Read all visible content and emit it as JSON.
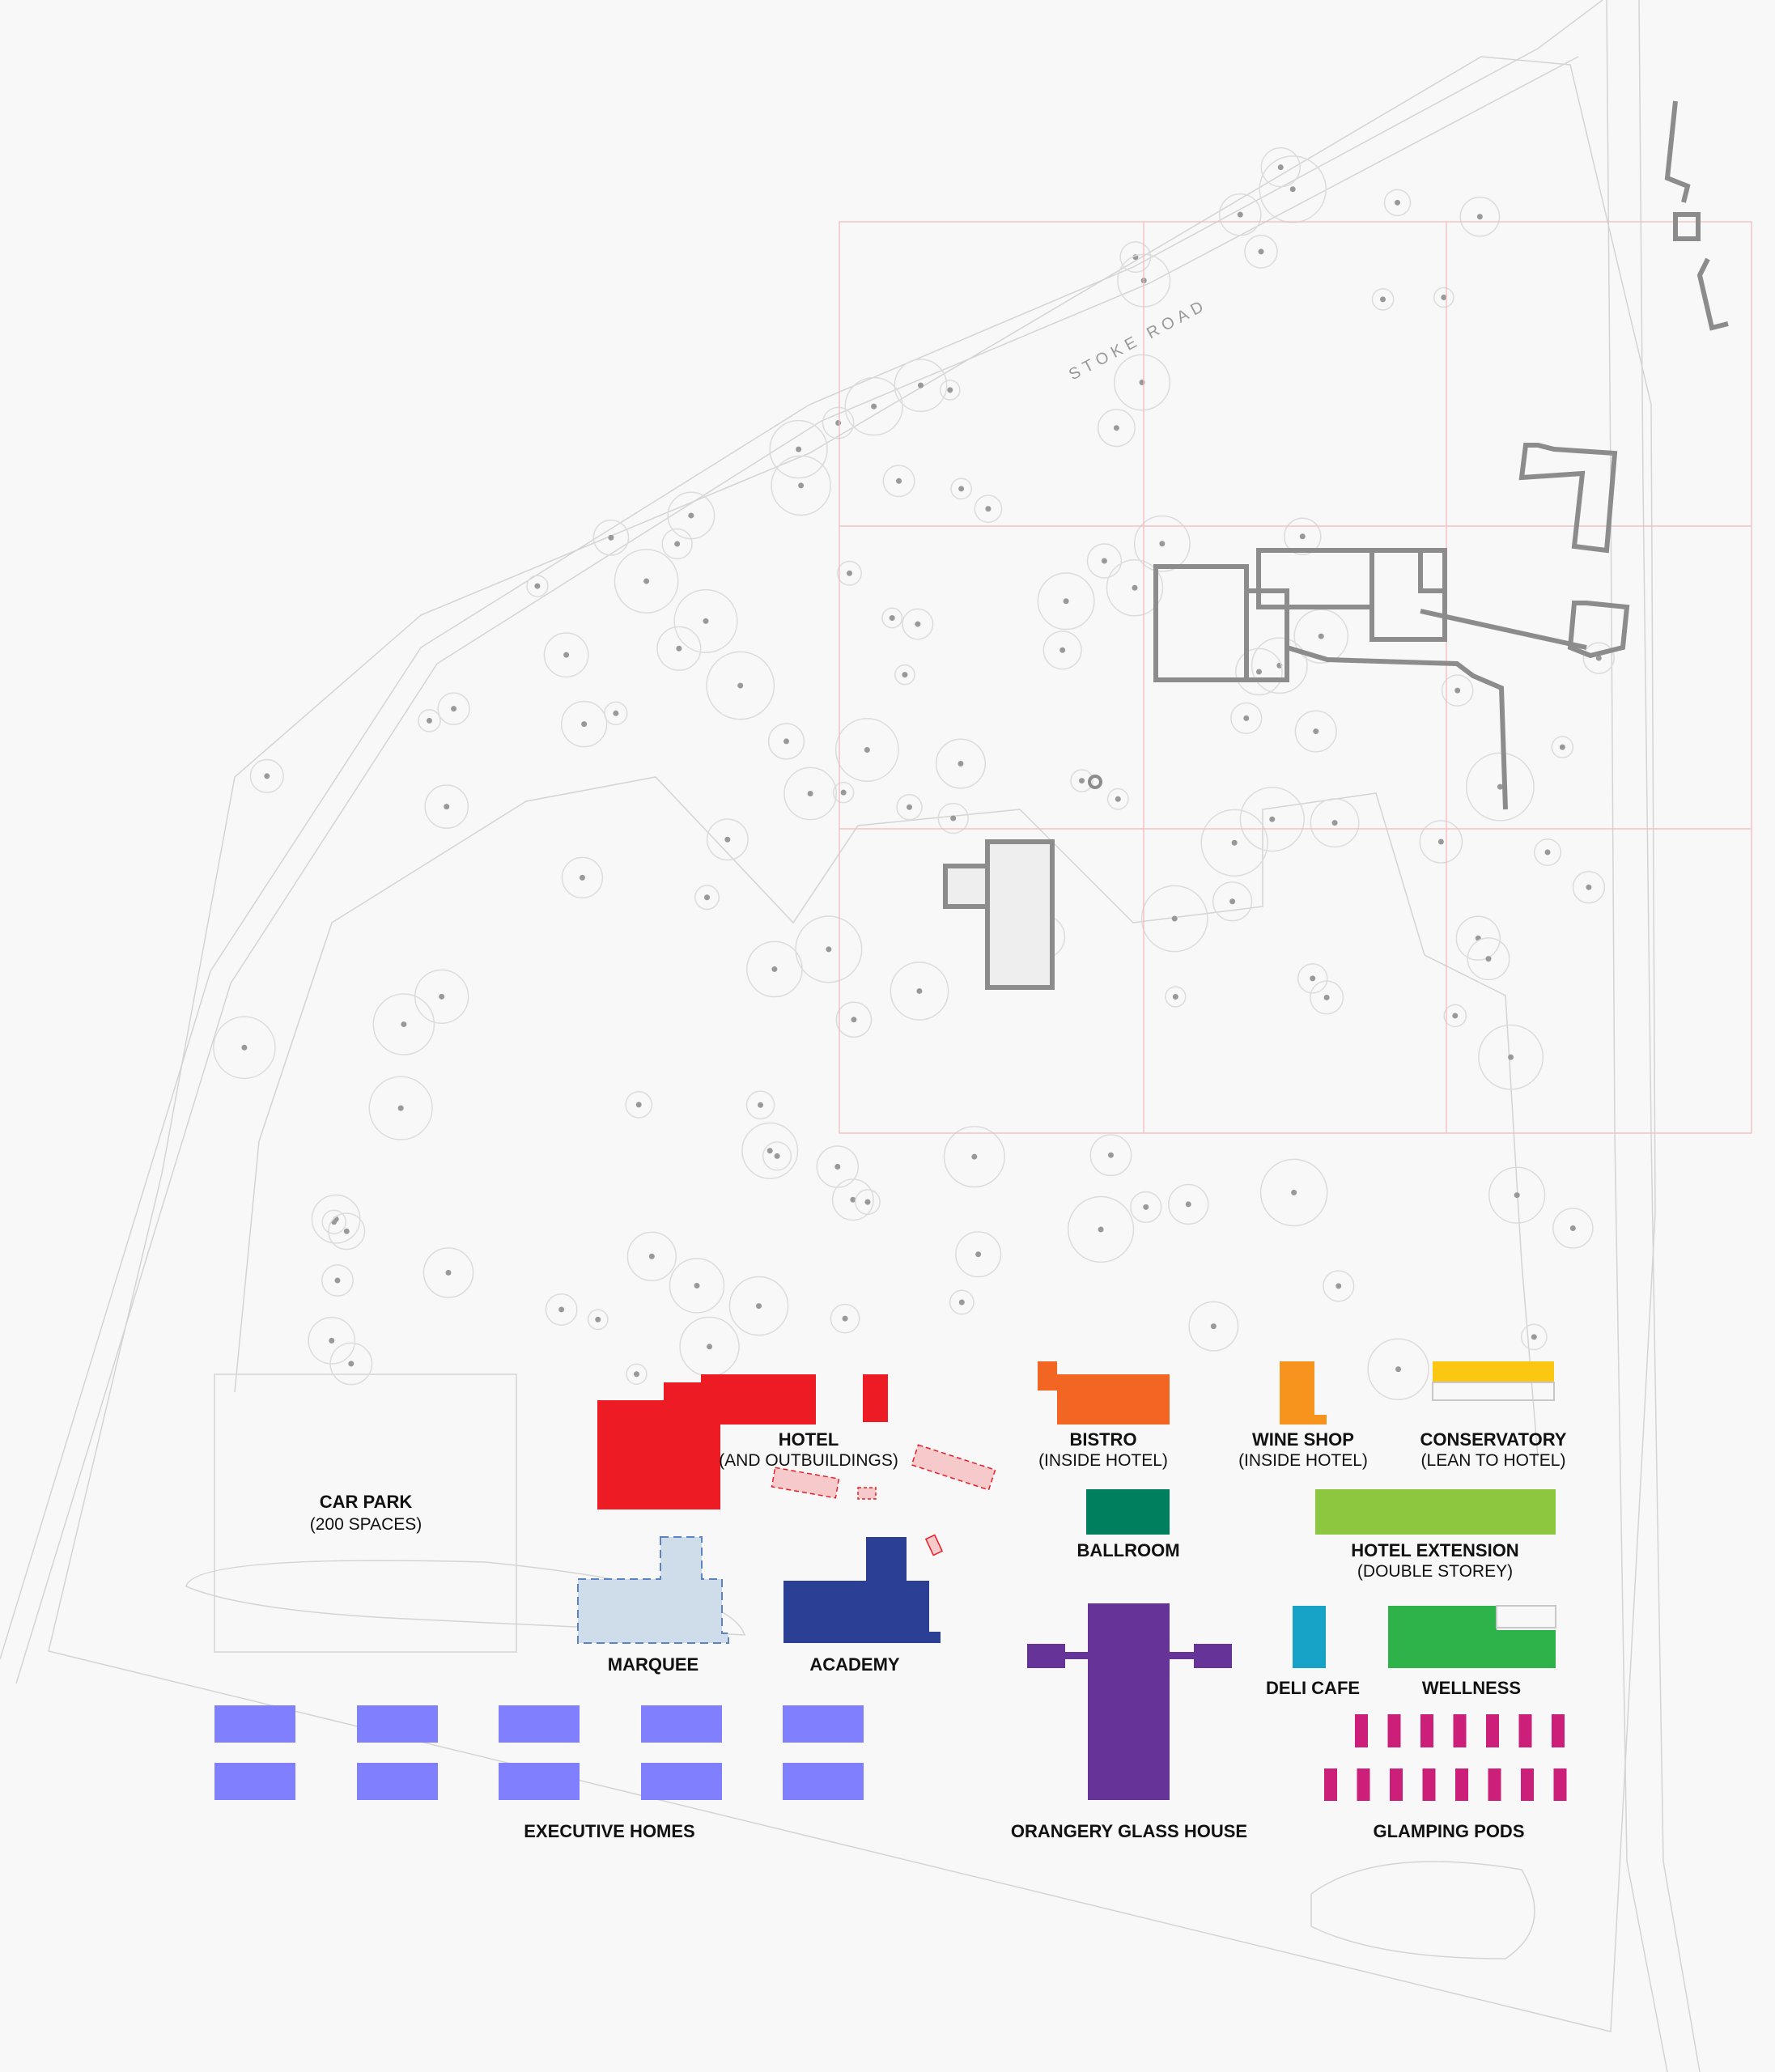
{
  "road_label": "STOKE ROAD",
  "colors": {
    "hotel": "#ed1c24",
    "hotel_outbuilding_fill": "#f6c9cb",
    "bistro": "#f26522",
    "wine_shop": "#f7941d",
    "conservatory": "#fcc712",
    "ballroom": "#007f5f",
    "hotel_extension": "#8dc63f",
    "marquee": "#cfdcea",
    "marquee_stroke": "#5b85c0",
    "academy": "#2b3f94",
    "orangery": "#663399",
    "deli_cafe": "#17a3c8",
    "wellness": "#2db34a",
    "glamping_pods": "#cc1f7a",
    "executive_homes": "#8080ff",
    "existing_buildings": "#8c8c8c"
  },
  "legend": {
    "car_park": {
      "title": "CAR PARK",
      "subtitle": "(200 SPACES)"
    },
    "hotel": {
      "title": "HOTEL",
      "subtitle": "(AND OUTBUILDINGS)"
    },
    "bistro": {
      "title": "BISTRO",
      "subtitle": "(INSIDE HOTEL)"
    },
    "wine_shop": {
      "title": "WINE SHOP",
      "subtitle": "(INSIDE HOTEL)"
    },
    "conservatory": {
      "title": "CONSERVATORY",
      "subtitle": "(LEAN TO HOTEL)"
    },
    "ballroom": {
      "title": "BALLROOM"
    },
    "hotel_extension": {
      "title": "HOTEL EXTENSION",
      "subtitle": "(DOUBLE STOREY)"
    },
    "marquee": {
      "title": "MARQUEE"
    },
    "academy": {
      "title": "ACADEMY"
    },
    "orangery": {
      "title": "ORANGERY GLASS HOUSE"
    },
    "deli_cafe": {
      "title": "DELI CAFE"
    },
    "wellness": {
      "title": "WELLNESS"
    },
    "executive_homes": {
      "title": "EXECUTIVE HOMES",
      "count": 10
    },
    "glamping_pods": {
      "title": "GLAMPING PODS",
      "count": 15
    }
  }
}
